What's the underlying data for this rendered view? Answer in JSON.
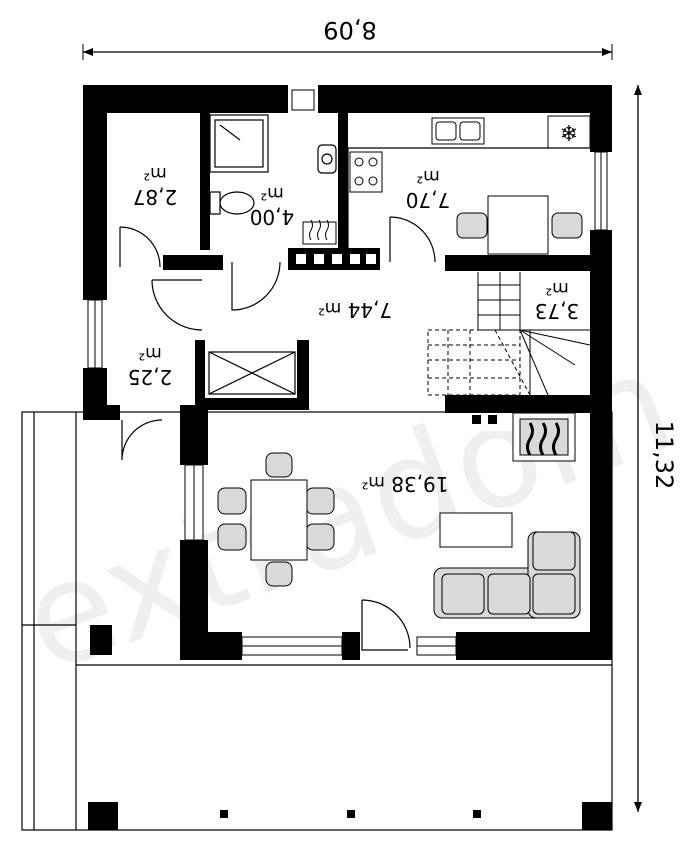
{
  "plan": {
    "dimensions": {
      "width": "8,09",
      "depth": "11,32"
    },
    "rooms": [
      {
        "id": "pantry",
        "area": "2,87",
        "unit": "m²"
      },
      {
        "id": "bathroom",
        "area": "4,00",
        "unit": "m²"
      },
      {
        "id": "kitchen",
        "area": "7,70",
        "unit": "m²"
      },
      {
        "id": "hall",
        "area": "7,44",
        "unit": "m²"
      },
      {
        "id": "stairs",
        "area": "3,73",
        "unit": "m²"
      },
      {
        "id": "entry",
        "area": "2,25",
        "unit": "m²"
      },
      {
        "id": "living",
        "area": "19,38",
        "unit": "m²"
      }
    ],
    "watermark": "extradom",
    "colors": {
      "wall": "#000000",
      "furniture": "#d9d9d9",
      "line": "#000000",
      "background": "#ffffff"
    }
  }
}
